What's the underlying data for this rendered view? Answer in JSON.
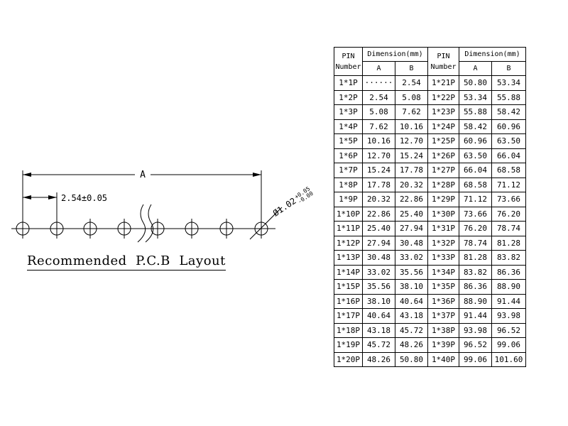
{
  "drawing": {
    "caption": "Recommended  P.C.B  Layout",
    "dim_a_label": "A",
    "pitch_label": "2.54±0.05",
    "hole_diameter_label": "Ø1.02",
    "hole_tol_plus": "+0.05",
    "hole_tol_minus": "-0.00"
  },
  "table": {
    "header": {
      "pin": "PIN",
      "number": "Number",
      "dimension": "Dimension(mm)",
      "col_a": "A",
      "col_b": "B"
    },
    "rows": [
      [
        "1*1P",
        "······",
        "2.54",
        "1*21P",
        "50.80",
        "53.34"
      ],
      [
        "1*2P",
        "2.54",
        "5.08",
        "1*22P",
        "53.34",
        "55.88"
      ],
      [
        "1*3P",
        "5.08",
        "7.62",
        "1*23P",
        "55.88",
        "58.42"
      ],
      [
        "1*4P",
        "7.62",
        "10.16",
        "1*24P",
        "58.42",
        "60.96"
      ],
      [
        "1*5P",
        "10.16",
        "12.70",
        "1*25P",
        "60.96",
        "63.50"
      ],
      [
        "1*6P",
        "12.70",
        "15.24",
        "1*26P",
        "63.50",
        "66.04"
      ],
      [
        "1*7P",
        "15.24",
        "17.78",
        "1*27P",
        "66.04",
        "68.58"
      ],
      [
        "1*8P",
        "17.78",
        "20.32",
        "1*28P",
        "68.58",
        "71.12"
      ],
      [
        "1*9P",
        "20.32",
        "22.86",
        "1*29P",
        "71.12",
        "73.66"
      ],
      [
        "1*10P",
        "22.86",
        "25.40",
        "1*30P",
        "73.66",
        "76.20"
      ],
      [
        "1*11P",
        "25.40",
        "27.94",
        "1*31P",
        "76.20",
        "78.74"
      ],
      [
        "1*12P",
        "27.94",
        "30.48",
        "1*32P",
        "78.74",
        "81.28"
      ],
      [
        "1*13P",
        "30.48",
        "33.02",
        "1*33P",
        "81.28",
        "83.82"
      ],
      [
        "1*14P",
        "33.02",
        "35.56",
        "1*34P",
        "83.82",
        "86.36"
      ],
      [
        "1*15P",
        "35.56",
        "38.10",
        "1*35P",
        "86.36",
        "88.90"
      ],
      [
        "1*16P",
        "38.10",
        "40.64",
        "1*36P",
        "88.90",
        "91.44"
      ],
      [
        "1*17P",
        "40.64",
        "43.18",
        "1*37P",
        "91.44",
        "93.98"
      ],
      [
        "1*18P",
        "43.18",
        "45.72",
        "1*38P",
        "93.98",
        "96.52"
      ],
      [
        "1*19P",
        "45.72",
        "48.26",
        "1*39P",
        "96.52",
        "99.06"
      ],
      [
        "1*20P",
        "48.26",
        "50.80",
        "1*40P",
        "99.06",
        "101.60"
      ]
    ]
  }
}
